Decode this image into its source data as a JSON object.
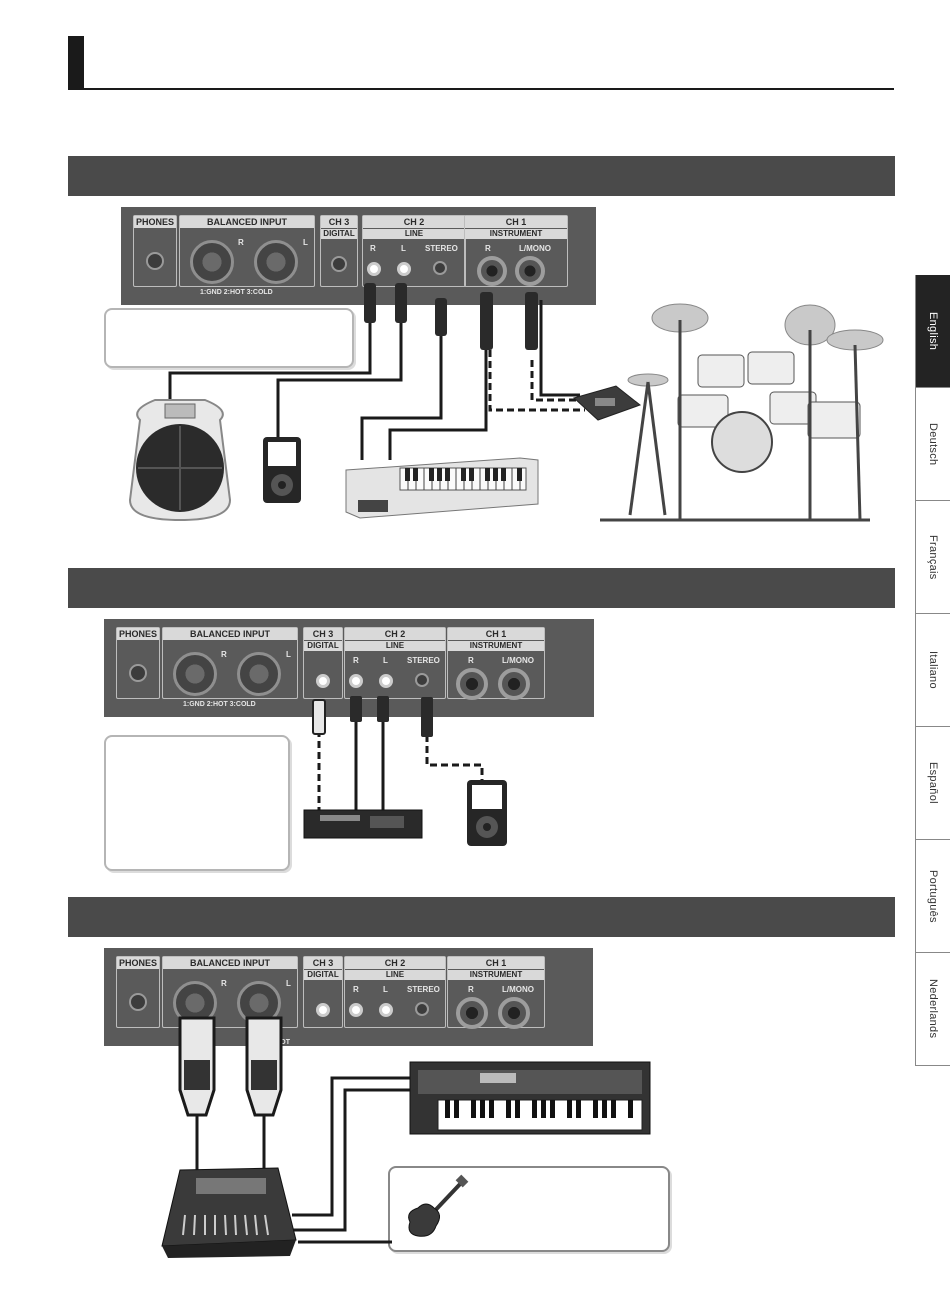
{
  "panel_labels": {
    "phones": "PHONES",
    "balanced_input": "BALANCED INPUT",
    "bi_r": "R",
    "bi_l": "L",
    "pinout": "1:GND  2:HOT  3:COLD",
    "pinout_partial": "2:HOT  3:",
    "ch3": "CH 3",
    "digital": "DIGITAL",
    "ch2": "CH 2",
    "line": "LINE",
    "ch2_r": "R",
    "ch2_l": "L",
    "stereo": "STEREO",
    "ch1": "CH 1",
    "instrument": "INSTRUMENT",
    "ch1_r": "R",
    "lmono": "L/MONO"
  },
  "language_tabs": [
    {
      "label": "English",
      "active": true
    },
    {
      "label": "Deutsch",
      "active": false
    },
    {
      "label": "Français",
      "active": false
    },
    {
      "label": "Italiano",
      "active": false
    },
    {
      "label": "Español",
      "active": false
    },
    {
      "label": "Português",
      "active": false
    },
    {
      "label": "Nederlands",
      "active": false
    }
  ],
  "icons": [
    "guitar-icon",
    "drum-kit-icon",
    "keyboard-icon",
    "synthesizer-icon",
    "mixer-icon",
    "portable-player-icon",
    "cd-player-icon",
    "hand-percussion-icon",
    "drum-module-icon"
  ],
  "colors": {
    "section_bar": "#4a4a4a",
    "panel": "#5a5a5a",
    "active_tab": "#232323"
  }
}
